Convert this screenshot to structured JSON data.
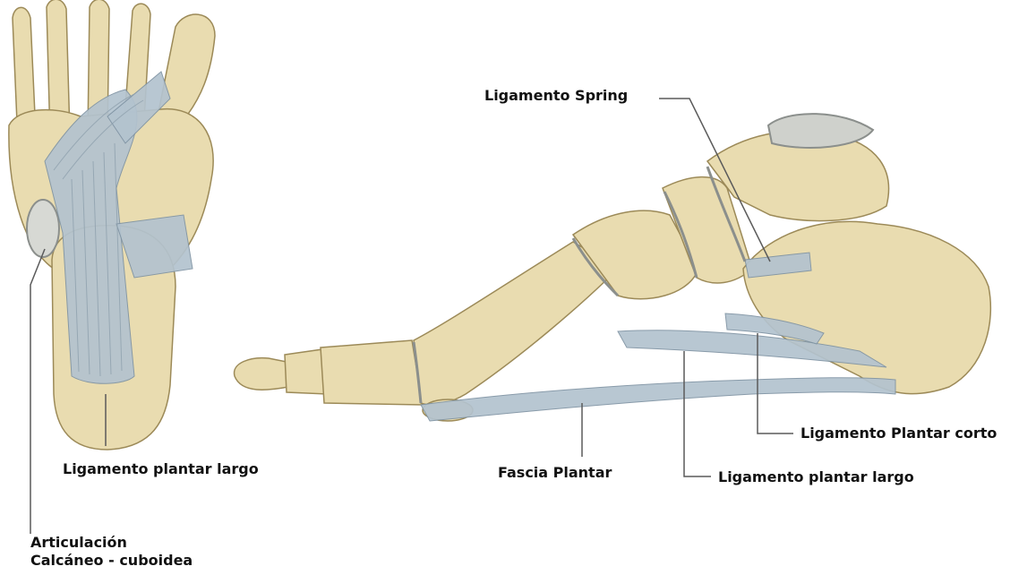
{
  "labels": {
    "spring": "Ligamento Spring",
    "plantar_corto": "Ligamento Plantar corto",
    "fascia": "Fascia Plantar",
    "plantar_largo_lateral": "Ligamento plantar largo",
    "plantar_largo_plantar": "Ligamento plantar largo",
    "articulacion_line1": "Articulación",
    "articulacion_line2": "Calcáneo - cuboidea"
  },
  "colors": {
    "bone": "#e9dcb0",
    "bone_shadow": "#c9b57e",
    "bone_outline": "#9c8a58",
    "ligament": "#b3c3cf",
    "ligament_dark": "#7f93a3",
    "cartilage": "#c9ccc6",
    "leader": "#5a5a5a"
  }
}
